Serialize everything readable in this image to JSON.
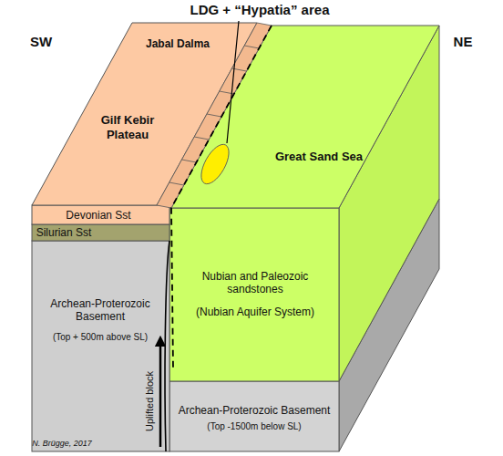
{
  "diagram": {
    "labels": [
      "LDG + “Hypatia” area",
      "SW",
      "NE",
      "Jabal Dalma",
      "Gilf Kebir Plateau",
      "Great Sand Sea",
      "Devonian Sst",
      "Silurian Sst",
      "Archean-Proterozoic Basement",
      "(Top + 500m above SL)",
      "Nubian and Paleozoic sandstones",
      "(Nubian Aquifer System)",
      "Archean-Proterozoic Basement",
      "(Top -1500m below SL)",
      "Uplifted block",
      "N. Brügge, 2017"
    ]
  }
}
